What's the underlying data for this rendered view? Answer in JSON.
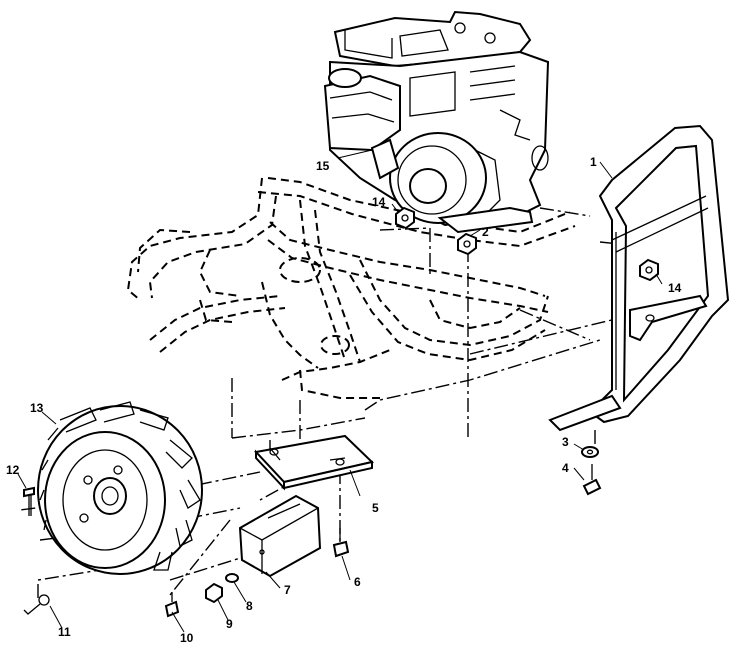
{
  "callouts": {
    "c1": "1",
    "c2": "2",
    "c3": "3",
    "c4": "4",
    "c5": "5",
    "c6": "6",
    "c7": "7",
    "c8": "8",
    "c9": "9",
    "c10": "10",
    "c11": "11",
    "c12": "12",
    "c13": "13",
    "c14a": "14",
    "c14b": "14",
    "c15": "15"
  },
  "parts": [
    {
      "ref": "1",
      "part": "handle-guard-frame"
    },
    {
      "ref": "2",
      "part": "nut"
    },
    {
      "ref": "3",
      "part": "washer"
    },
    {
      "ref": "4",
      "part": "bolt"
    },
    {
      "ref": "5",
      "part": "mounting-bracket"
    },
    {
      "ref": "6",
      "part": "bolt"
    },
    {
      "ref": "7",
      "part": "weight-block"
    },
    {
      "ref": "8",
      "part": "lock-washer"
    },
    {
      "ref": "9",
      "part": "nut"
    },
    {
      "ref": "10",
      "part": "bolt"
    },
    {
      "ref": "11",
      "part": "hairpin-clip"
    },
    {
      "ref": "12",
      "part": "axle-pin"
    },
    {
      "ref": "13",
      "part": "wheel-tire"
    },
    {
      "ref": "14",
      "part": "nut"
    },
    {
      "ref": "15",
      "part": "engine"
    }
  ]
}
